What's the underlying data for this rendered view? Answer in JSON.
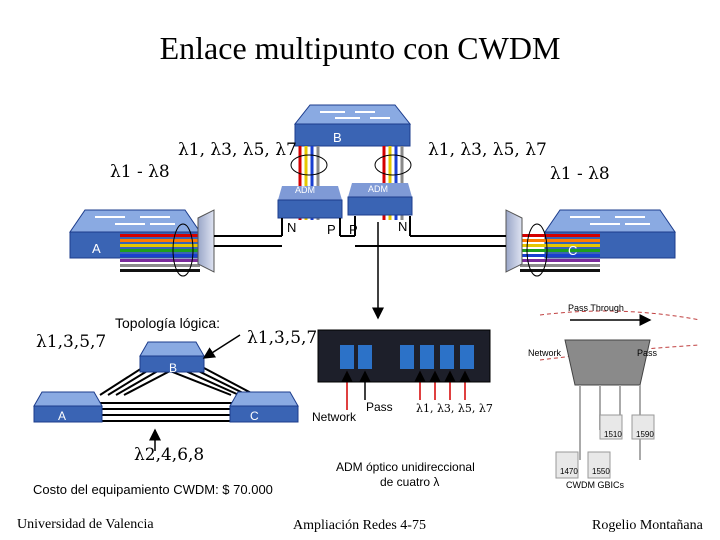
{
  "title": "Enlace multipunto con CWDM",
  "physical": {
    "switch_a": "A",
    "switch_b": "B",
    "switch_c": "C",
    "lambda_left_outer": "λ1 - λ8",
    "lambda_left_inner": "λ1, λ3, λ5, λ7",
    "lambda_right_inner": "λ1, λ3, λ5, λ7",
    "lambda_right_outer": "λ1 - λ8",
    "adm_left": "ADM",
    "adm_right": "ADM",
    "port_n_left": "N",
    "port_p_left": "P",
    "port_p_right": "P",
    "port_n_right": "N"
  },
  "logical": {
    "heading": "Topología lógica:",
    "lambda_left": "λ1,3,5,7",
    "lambda_right": "λ1,3,5,7",
    "lambda_bottom": "λ2,4,6,8",
    "switch_a": "A",
    "switch_b": "B",
    "switch_c": "C"
  },
  "device": {
    "network_label": "Network",
    "pass_label": "Pass",
    "lambdas": "λ1, λ3, λ5, λ7",
    "caption_line1": "ADM óptico unidireccional",
    "caption_line2": "de cuatro λ"
  },
  "module": {
    "pass_through": "Pass Through",
    "network": "Network",
    "pass": "Pass",
    "gbic_1510": "1510",
    "gbic_1590": "1590",
    "gbic_1470": "1470",
    "gbic_1550": "1550",
    "gbics_label": "CWDM GBICs"
  },
  "cost": "Costo del equipamiento CWDM: $ 70.000",
  "footer": {
    "left": "Universidad de Valencia",
    "center": "Ampliación Redes 4-75",
    "right": "Rogelio Montañana"
  },
  "colors": {
    "switch_blue": "#3a64b4",
    "switch_top": "#6f93d6",
    "fiber": [
      "#d40000",
      "#ff7a00",
      "#e6c800",
      "#1e9e1e",
      "#1a3fd0",
      "#7a2a9a",
      "#8a8a8a",
      "#111111"
    ]
  }
}
